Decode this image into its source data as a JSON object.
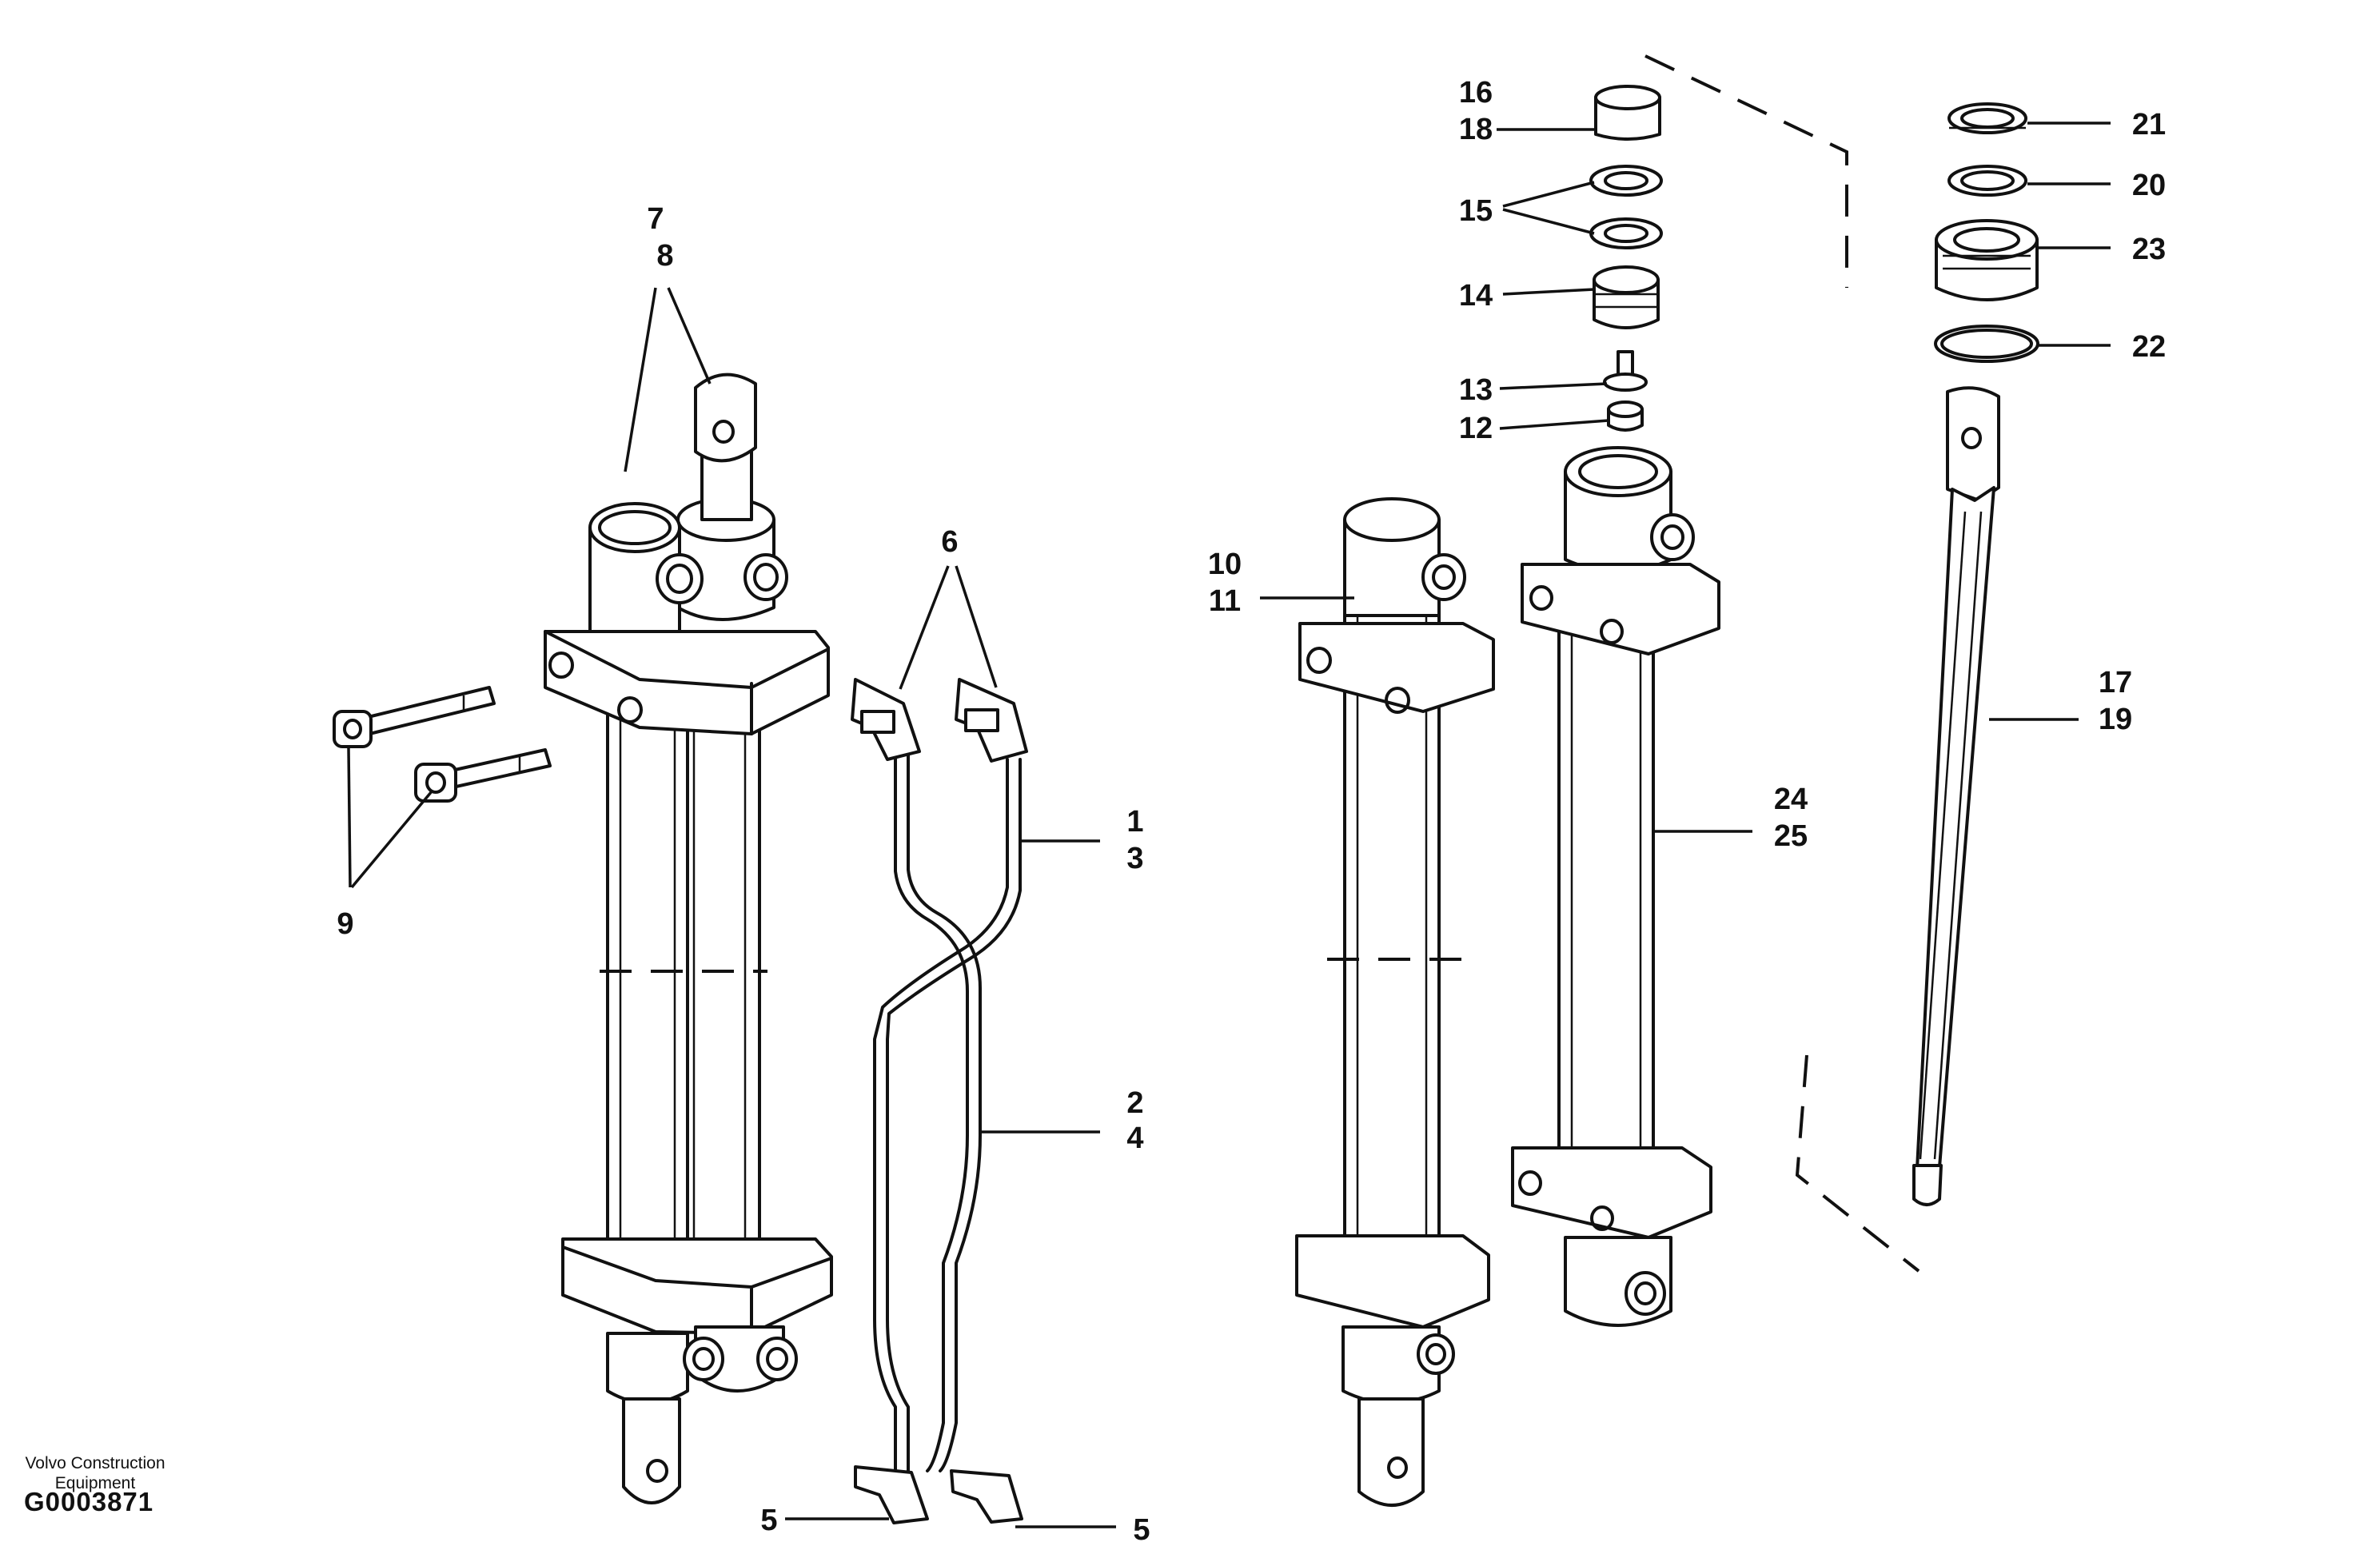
{
  "credits": {
    "company": "Volvo Construction Equipment",
    "drawing_code": "G0003871"
  },
  "callouts": {
    "c1": "1",
    "c2": "2",
    "c3": "3",
    "c4": "4",
    "c5a": "5",
    "c5b": "5",
    "c6": "6",
    "c7": "7",
    "c8": "8",
    "c9": "9",
    "c10": "10",
    "c11": "11",
    "c12": "12",
    "c13": "13",
    "c14": "14",
    "c15": "15",
    "c16": "16",
    "c17": "17",
    "c18": "18",
    "c19": "19",
    "c20": "20",
    "c21": "21",
    "c22": "22",
    "c23": "23",
    "c24": "24",
    "c25": "25"
  },
  "colors": {
    "ink": "#111111",
    "paper": "#ffffff"
  }
}
